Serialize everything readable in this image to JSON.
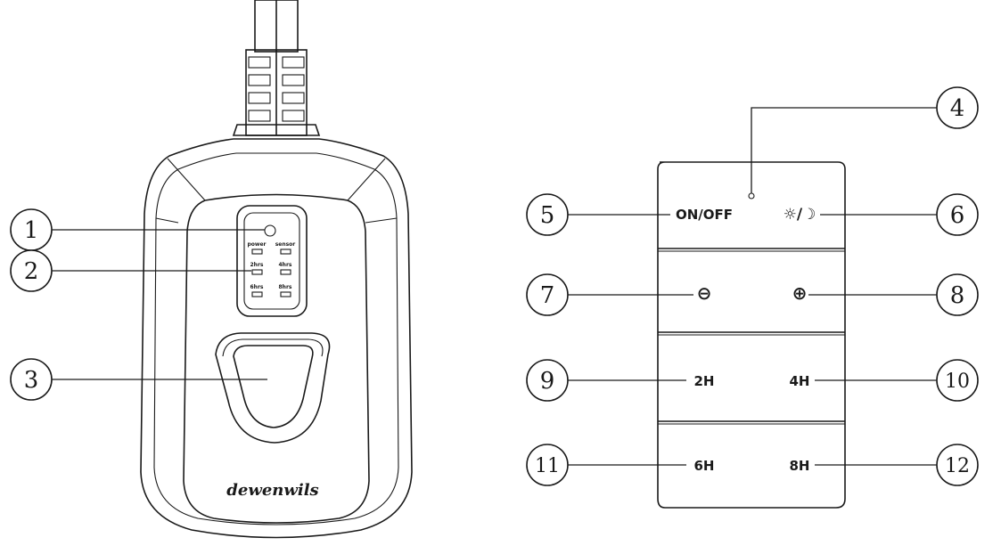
{
  "device": {
    "brand": "dewenwils",
    "led_labels": [
      "power",
      "sensor",
      "2hrs",
      "4hrs",
      "6hrs",
      "8hrs"
    ]
  },
  "remote": {
    "buttons": [
      {
        "id": "on-off",
        "label": "ON/OFF"
      },
      {
        "id": "day-night",
        "label": "☼/☽"
      },
      {
        "id": "minus",
        "label": "⊖"
      },
      {
        "id": "plus",
        "label": "⊕"
      },
      {
        "id": "2h",
        "label": "2H"
      },
      {
        "id": "4h",
        "label": "4H"
      },
      {
        "id": "6h",
        "label": "6H"
      },
      {
        "id": "8h",
        "label": "8H"
      }
    ]
  },
  "callouts": [
    "1",
    "2",
    "3",
    "4",
    "5",
    "6",
    "7",
    "8",
    "9",
    "10",
    "11",
    "12"
  ]
}
